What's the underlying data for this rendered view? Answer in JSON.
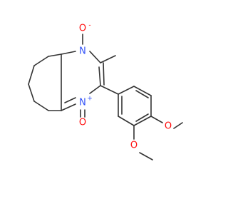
{
  "molecule": {
    "atoms": {
      "n_top": {
        "symbol": "N",
        "color": "#3050F8"
      },
      "o_top": {
        "symbol": "O",
        "charge": "-",
        "color": "#FF0D0D"
      },
      "n_bottom": {
        "symbol": "N",
        "charge": "+",
        "color": "#3050F8"
      },
      "o_bottom": {
        "symbol": "O",
        "color": "#FF0D0D"
      },
      "o_meo_para": {
        "symbol": "O",
        "color": "#FF0D0D"
      },
      "o_meo_meta": {
        "symbol": "O",
        "color": "#FF0D0D"
      }
    }
  }
}
